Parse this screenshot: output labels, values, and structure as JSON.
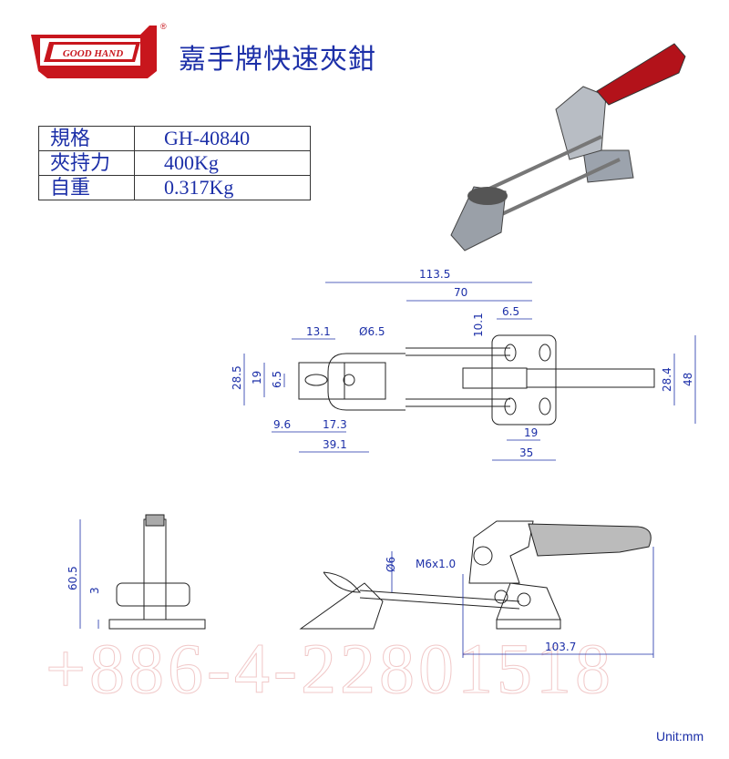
{
  "header": {
    "brand": "GOOD HAND",
    "registered": "®",
    "title": "嘉手牌快速夾鉗"
  },
  "spec_table": [
    {
      "label": "規格",
      "value": "GH-40840"
    },
    {
      "label": "夾持力",
      "value": "400Kg"
    },
    {
      "label": "自重",
      "value": "0.317Kg"
    }
  ],
  "watermark": {
    "phone": "+886-4-22801518"
  },
  "top_view_dims": {
    "d1": "113.5",
    "d2": "70",
    "d3": "6.5",
    "d4": "10.1",
    "d5": "13.1",
    "d6": "Ø6.5",
    "d7": "28.5",
    "d8": "19",
    "d9": "6.5",
    "d10": "9.6",
    "d11": "17.3",
    "d12": "39.1",
    "d13": "28.4",
    "d14": "48",
    "d15": "19",
    "d16": "35"
  },
  "side_view_dims": {
    "d1": "60.5",
    "d2": "3"
  },
  "front_view_dims": {
    "d1": "Ø6",
    "d2": "M6x1.0",
    "d3": "103.7"
  },
  "footer": {
    "unit": "Unit:mm"
  },
  "colors": {
    "dimension": "#1c2fa8",
    "brand_red": "#c8161d",
    "handle": "#b3121a"
  }
}
